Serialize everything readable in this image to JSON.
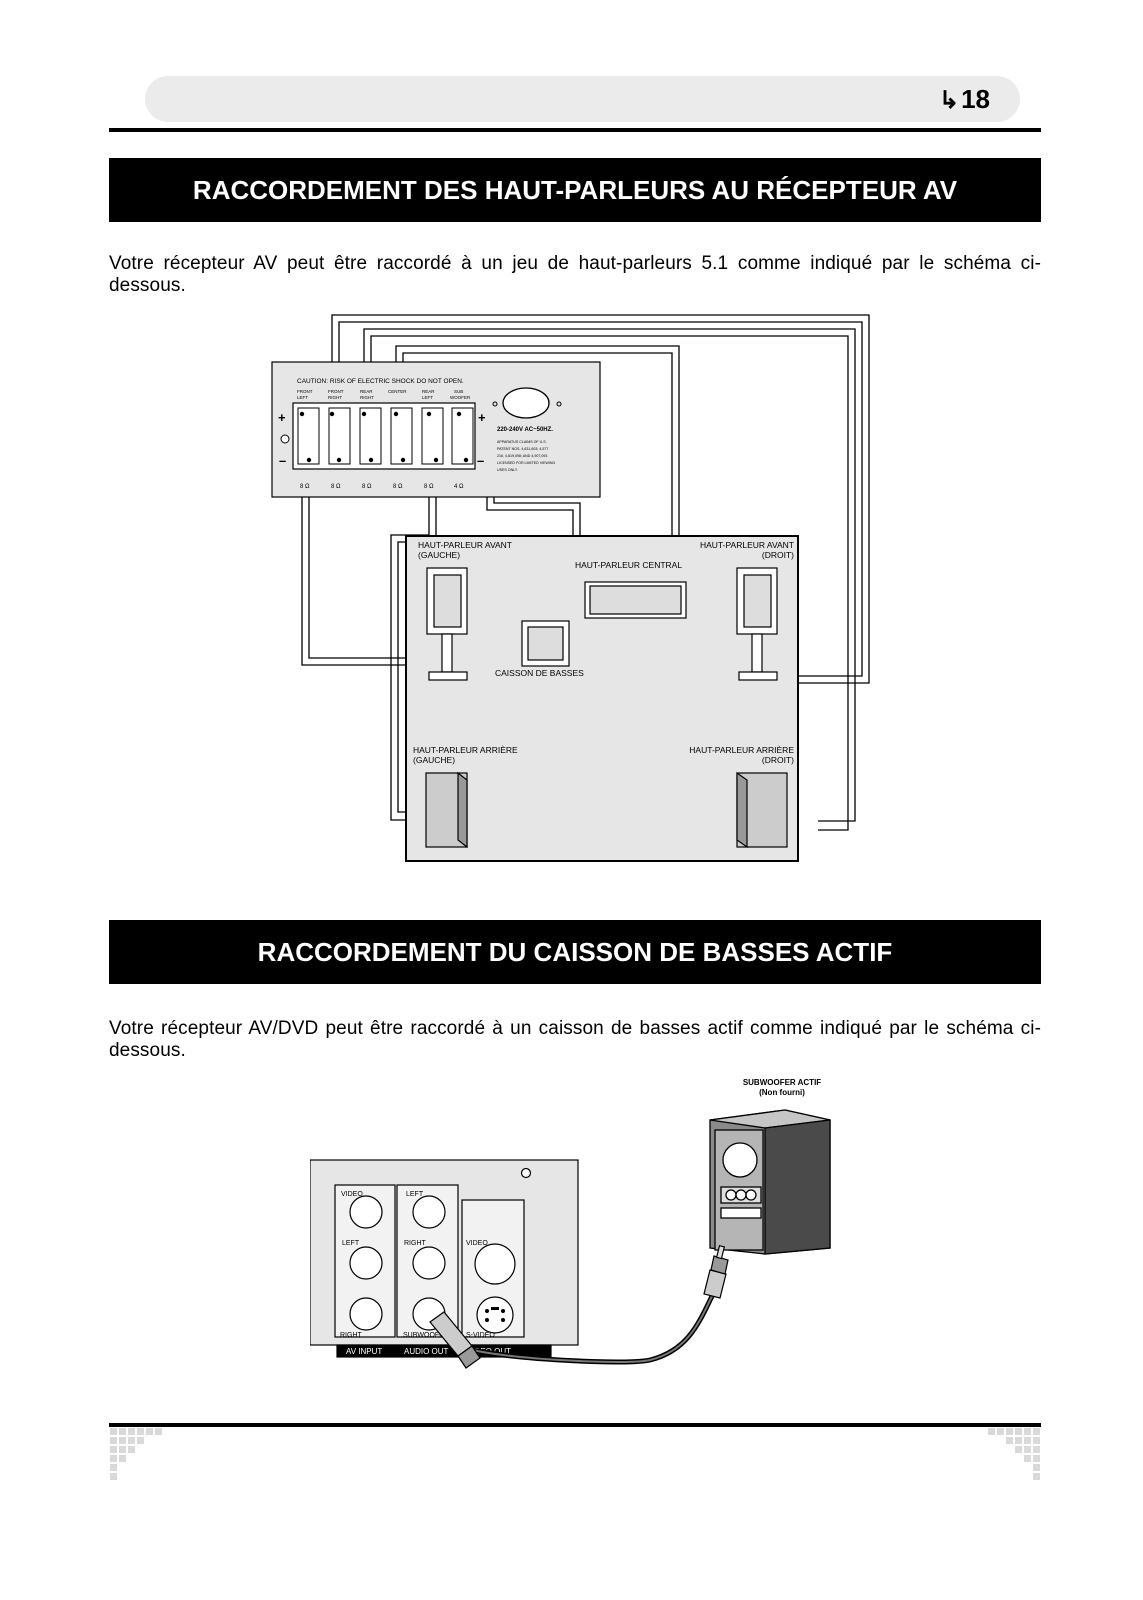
{
  "header": {
    "page_number": "18",
    "page_icon": "hand-pointer-icon"
  },
  "section1": {
    "title": "RACCORDEMENT DES HAUT-PARLEURS AU RÉCEPTEUR AV",
    "description": "Votre récepteur AV peut être raccordé à un jeu de haut-parleurs 5.1 comme indiqué par le schéma ci-dessous."
  },
  "receiver_panel": {
    "caution": "CAUTION: RISK OF ELECTRIC SHOCK DO NOT OPEN.",
    "channels": [
      {
        "line1": "FRONT",
        "line2": "LEFT",
        "ohm": "8 Ω"
      },
      {
        "line1": "FRONT",
        "line2": "RIGHT",
        "ohm": "8 Ω"
      },
      {
        "line1": "REAR",
        "line2": "RIGHT",
        "ohm": "8 Ω"
      },
      {
        "line1": "CENTER",
        "line2": "",
        "ohm": "8 Ω"
      },
      {
        "line1": "REAR",
        "line2": "LEFT",
        "ohm": "8 Ω"
      },
      {
        "line1": "SUB",
        "line2": "WOOFER",
        "ohm": "4 Ω"
      }
    ],
    "voltage": "220-240V AC~50HZ.",
    "notice": [
      "APPARATUS CLAIMS OF U.S.",
      "PATENT NOS. 4,631,603; 4,577",
      "216, 4,819,098; AND 4,907,093",
      "LICENSED FOR LIMITED VIEWING",
      "USES ONLY."
    ],
    "plus": "+",
    "minus": "–"
  },
  "speaker_room": {
    "front_left": {
      "line1": "HAUT-PARLEUR AVANT",
      "line2": "(GAUCHE)"
    },
    "front_right": {
      "line1": "HAUT-PARLEUR AVANT",
      "line2": "(DROIT)"
    },
    "center": "HAUT-PARLEUR CENTRAL",
    "subwoofer": "CAISSON DE BASSES",
    "rear_left": {
      "line1": "HAUT-PARLEUR ARRIÈRE",
      "line2": "(GAUCHE)"
    },
    "rear_right": {
      "line1": "HAUT-PARLEUR ARRIÈRE",
      "line2": "(DROIT)"
    }
  },
  "section2": {
    "title": "RACCORDEMENT DU CAISSON DE BASSES ACTIF",
    "description": "Votre récepteur AV/DVD peut être raccordé à un caisson de basses actif comme indiqué par le schéma ci-dessous."
  },
  "subwoofer_diagram": {
    "active_sub_line1": "SUBWOOFER ACTIF",
    "active_sub_line2": "(Non fourni)",
    "jack_labels": {
      "video": "VIDEO",
      "left_1": "LEFT",
      "right_1": "RIGHT",
      "left_2": "LEFT",
      "right_2": "RIGHT",
      "video_2": "VIDEO",
      "subwoofer": "SUBWOOFER",
      "svideo": "S-VIDEO"
    },
    "groups": [
      "AV INPUT",
      "AUDIO OUT",
      "VIDEO OUT"
    ]
  },
  "colors": {
    "banner": "#000000",
    "pill": "#ebebeb",
    "room_bg": "#e6e6e6"
  }
}
